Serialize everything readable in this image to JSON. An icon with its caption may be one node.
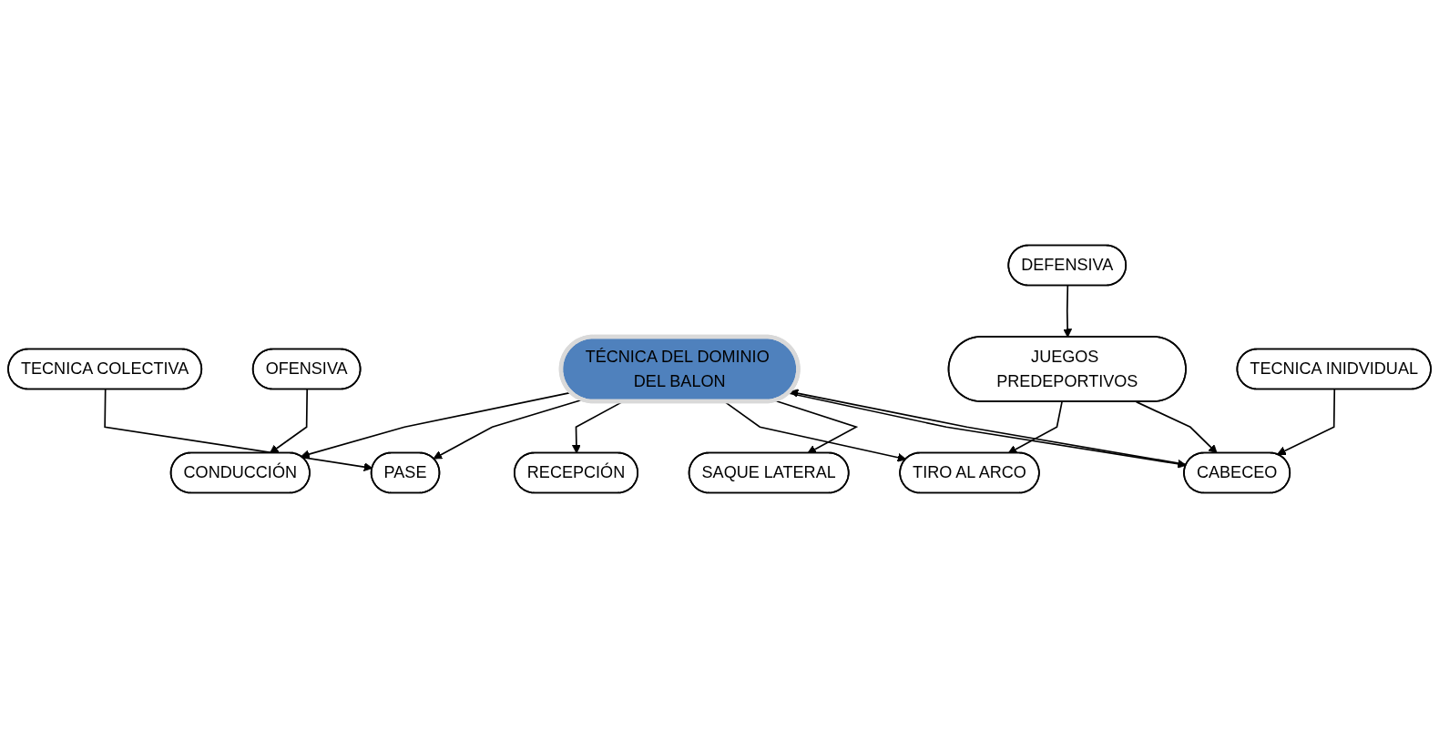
{
  "diagram": {
    "nodes": [
      {
        "text": [
          "TECNICA COLECTIVA"
        ]
      },
      {
        "text": [
          "OFENSIVA"
        ]
      },
      {
        "text": [
          "CONDUCCIÓN"
        ]
      },
      {
        "text": [
          "PASE"
        ]
      },
      {
        "text": [
          "RECEPCIÓN"
        ]
      },
      {
        "text": [
          "TÉCNICA DEL DOMINIO DEL BALON"
        ]
      },
      {
        "text": [
          "TIRO AL ARCO"
        ]
      },
      {
        "text": [
          "SAQUE LATERAL"
        ]
      },
      {
        "text": [
          "DEFENSIVA"
        ]
      },
      {
        "text": [
          "CABECEO"
        ]
      },
      {
        "text": [
          "JUEGOS PREDEPORTIVOS"
        ]
      },
      {
        "text": [
          "TECNICA INIDVIDUAL"
        ]
      }
    ],
    "edges": [
      {
        "from": 0,
        "to": 3,
        "arrow": "to"
      },
      {
        "from": 1,
        "to": 2,
        "arrow": "to"
      },
      {
        "from": 5,
        "to": 2,
        "arrow": "to"
      },
      {
        "from": 5,
        "to": 3,
        "arrow": "to"
      },
      {
        "from": 5,
        "to": 4,
        "arrow": "to"
      },
      {
        "from": 5,
        "to": 6,
        "arrow": "to"
      },
      {
        "from": 5,
        "to": 7,
        "arrow": "to"
      },
      {
        "from": 5,
        "to": 9,
        "arrow": "to"
      },
      {
        "from": 9,
        "to": 5,
        "arrow": "to"
      },
      {
        "from": 8,
        "to": 10,
        "arrow": "to"
      },
      {
        "from": 10,
        "to": 6,
        "arrow": "to"
      },
      {
        "from": 10,
        "to": 9,
        "arrow": "to"
      },
      {
        "from": 11,
        "to": 9,
        "arrow": "to"
      }
    ]
  }
}
